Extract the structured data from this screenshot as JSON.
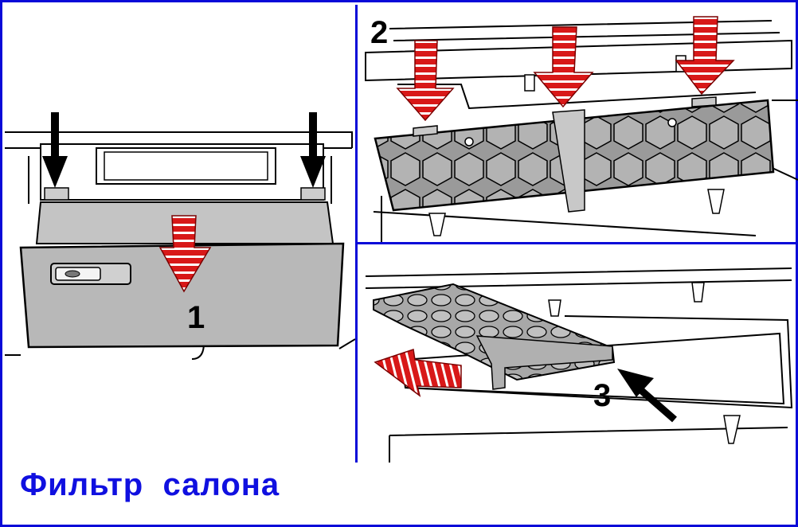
{
  "title": "Фильтр  салона",
  "steps": [
    {
      "number": "1"
    },
    {
      "number": "2"
    },
    {
      "number": "3"
    }
  ],
  "colors": {
    "frame": "#0a0ad8",
    "caption": "#1010e0",
    "arrow_red": "#d81818",
    "arrow_black": "#000000",
    "glovebox_grey": "#b8b8b8",
    "filter_grey": "#a8a8a8"
  }
}
